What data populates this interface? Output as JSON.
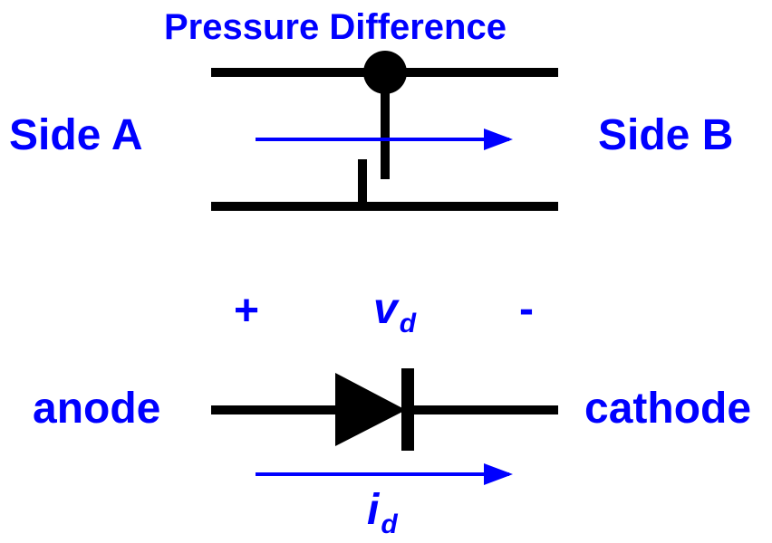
{
  "colors": {
    "label": "#0000ff",
    "arrow": "#0000ff",
    "structure": "#000000",
    "background": "#ffffff"
  },
  "top": {
    "title": "Pressure Difference",
    "left_label": "Side A",
    "right_label": "Side B"
  },
  "bottom": {
    "plus": "+",
    "voltage_symbol": "v",
    "voltage_subscript": "d",
    "minus": "-",
    "left_label": "anode",
    "right_label": "cathode",
    "current_symbol": "i",
    "current_subscript": "d"
  }
}
